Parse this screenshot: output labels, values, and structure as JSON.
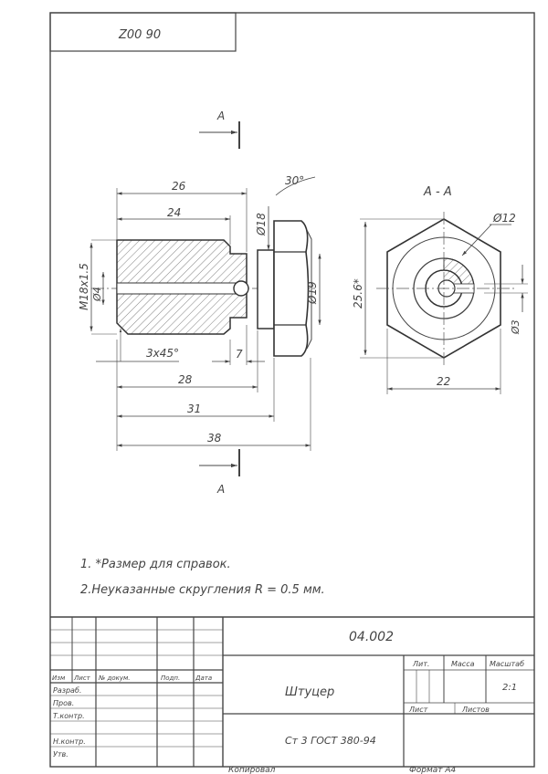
{
  "header_code": "Z00 90",
  "section_marks": {
    "top": "A",
    "bottom": "A",
    "view_title": "A - A"
  },
  "dims_side": {
    "d26": "26",
    "d24": "24",
    "d18": "Ø18",
    "angle": "30°",
    "thread": "M18x1.5",
    "d4": "Ø4",
    "d19": "Ø19",
    "chamfer": "3x45°",
    "d7": "7",
    "d28": "28",
    "d31": "31",
    "d38": "38"
  },
  "dims_section": {
    "d12": "Ø12",
    "d25": "25.6*",
    "d3": "Ø3",
    "d22": "22"
  },
  "notes": [
    "1. *Размер для справок.",
    "2.Неуказанные скругления R = 0.5 мм."
  ],
  "title_block": {
    "doc_number": "04.002",
    "part_name": "Штуцер",
    "material": "Ст 3 ГОСТ 380-94",
    "scale": "2:1",
    "stamp_header": {
      "lit": "Лит.",
      "mass": "Масса",
      "scale": "Масштаб"
    },
    "sheet_label": "Лист",
    "sheets_label": "Листов",
    "col_headers": {
      "izm": "Изм",
      "list": "Лист",
      "doc": "№ докум.",
      "sign": "Подп.",
      "date": "Дата"
    },
    "roles": [
      "Разраб.",
      "Пров.",
      "Т.контр.",
      "Н.контр.",
      "Утв."
    ],
    "copied": "Копировал",
    "format": "Формат А4"
  }
}
